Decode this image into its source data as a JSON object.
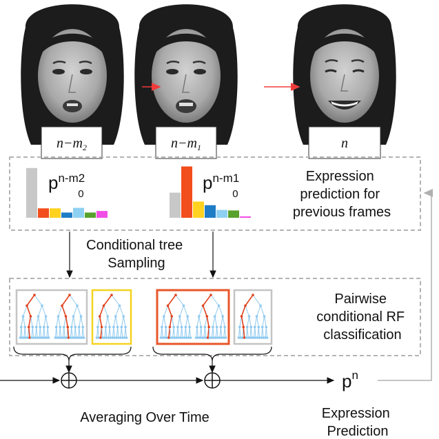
{
  "frames": [
    {
      "label": "n−m",
      "sub": "2"
    },
    {
      "label": "n−m",
      "sub": "1"
    },
    {
      "label": "n",
      "sub": ""
    }
  ],
  "prob_labels": [
    {
      "base": "p",
      "sup": "n-m2",
      "sub": "0"
    },
    {
      "base": "p",
      "sup": "n-m1",
      "sub": "0"
    }
  ],
  "histograms": [
    {
      "values": [
        0.95,
        0.18,
        0.18,
        0.1,
        0.19,
        0.1,
        0.13
      ],
      "colors": [
        "#c8c8c8",
        "#f24d1c",
        "#ffd21f",
        "#1f7cc7",
        "#8ed0f2",
        "#57a12c",
        "#f24de6"
      ]
    },
    {
      "values": [
        0.48,
        0.98,
        0.31,
        0.24,
        0.15,
        0.14,
        0.02
      ],
      "colors": [
        "#c8c8c8",
        "#f24d1c",
        "#ffd21f",
        "#1f7cc7",
        "#8ed0f2",
        "#57a12c",
        "#f24de6"
      ]
    }
  ],
  "box1_text": [
    "Expression",
    "prediction for",
    "previous frames"
  ],
  "sampling_text": [
    "Conditional tree",
    "Sampling"
  ],
  "box2_text": [
    "Pairwise",
    "conditional RF",
    "classification"
  ],
  "averaging_text": "Averaging Over Time",
  "output_label": {
    "base": "p",
    "sup": "n"
  },
  "output_text": [
    "Expression",
    "Prediction"
  ],
  "colors": {
    "dashed": "#b3b3b3",
    "tree_red": "#e0411c",
    "tree_blue": "#8ec9ee",
    "yellow_frame": "#f5d21f",
    "orange_frame": "#e8562a",
    "gray_frame": "#c4c4c4",
    "arrow_red": "#f03b3b"
  }
}
